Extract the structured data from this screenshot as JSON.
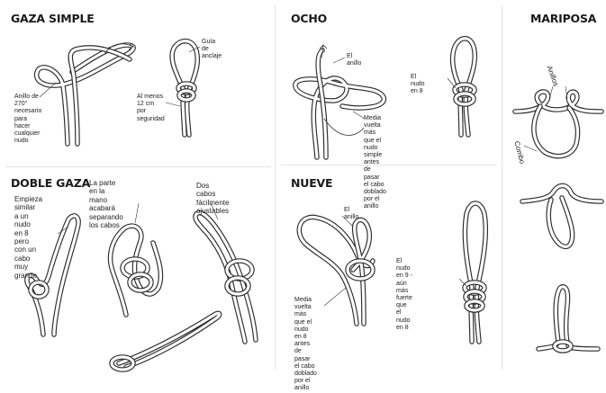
{
  "panels": {
    "gaza_simple": {
      "title": "GAZA SIMPLE",
      "caption_ring": "Anillo de 270°\nnecesario para\nhacer cualquier\nnudo",
      "caption_guide": "Guía de\nanclaje",
      "caption_safety": "Al menos\n12 cm por\nseguridad"
    },
    "ocho": {
      "title": "OCHO",
      "caption_ring": "El anillo",
      "caption_knot": "El nudo en 8",
      "caption_halfturn": "Media vuelta más\nque el nudo simple\nantes de pasar\nel cabo doblado\npor el anillo"
    },
    "mariposa": {
      "title": "MARIPOSA",
      "caption_rings": "Anillos",
      "caption_combo": "Combo"
    },
    "doble_gaza": {
      "title": "DOBLE GAZA",
      "caption_start": "Empieza similar\na un nudo\nen 8 pero\ncon un cabo\nmuy grande",
      "caption_hand": "La parte en la mano\nacabará separando\nlos cabos",
      "caption_ends": "Dos cabos\nfácilmente\najustables"
    },
    "nueve": {
      "title": "NUEVE",
      "caption_ring": "El anillo",
      "caption_halfturn": "Media vuelta más\nque el nudo en 8\nantes de pasar\nel cabo doblado\npor el anillo",
      "caption_knot": "El nudo en 9 - aún más\nfuerte que el nudo en 8"
    }
  },
  "colors": {
    "rope": "#2b2b2b",
    "background": "#ffffff",
    "divider": "#e3e3e3"
  }
}
